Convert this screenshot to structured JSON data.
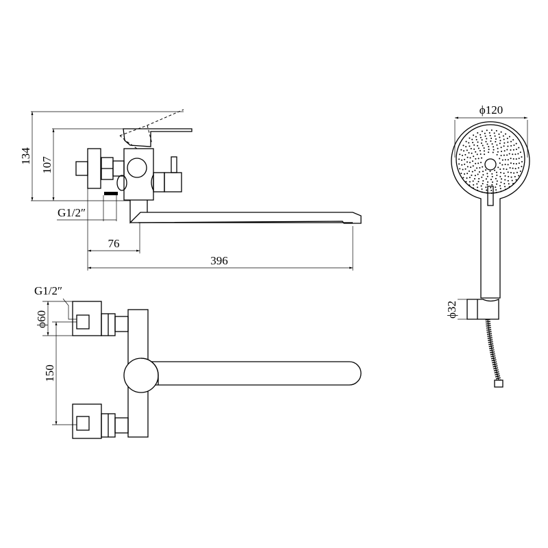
{
  "side_view": {
    "dim_height_total": "134",
    "dim_height_body": "107",
    "dim_thread": "G1/2″",
    "dim_offset": "76",
    "dim_spout_length": "396"
  },
  "top_view": {
    "dim_thread": "G1/2″",
    "dim_flange_diameter": "ϕ60",
    "dim_center_distance": "150"
  },
  "hand_shower": {
    "dim_head_diameter": "ϕ120",
    "dim_holder_diameter": "ϕ32"
  },
  "colors": {
    "line": "#000000",
    "background": "#ffffff"
  }
}
